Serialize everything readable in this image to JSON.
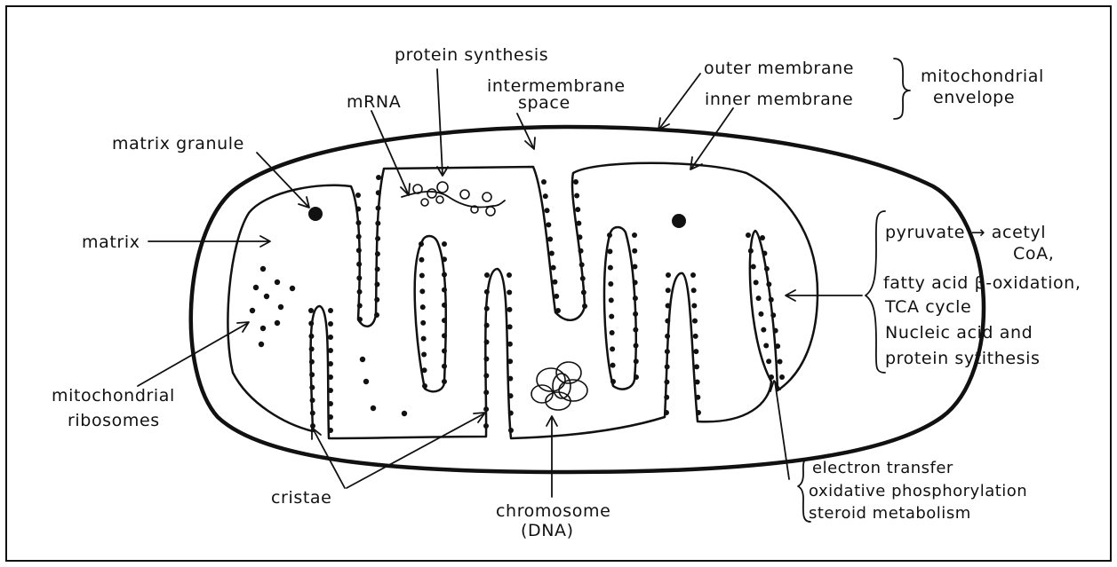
{
  "labels": {
    "protein_synthesis": "protein synthesis",
    "mrna": "mRNA",
    "intermembrane_line1": "intermembrane",
    "intermembrane_line2": "space",
    "outer_membrane": "outer membrane",
    "inner_membrane": "inner membrane",
    "envelope_line1": "mitochondrial",
    "envelope_line2": "envelope",
    "matrix_granule": "matrix granule",
    "matrix": "matrix",
    "ribosomes_line1": "mitochondrial",
    "ribosomes_line2": "ribosomes",
    "cristae": "cristae",
    "chromosome_line1": "chromosome",
    "chromosome_line2": "(DNA)",
    "functions_1a": "pyruvate → acetyl",
    "functions_1b": "CoA,",
    "functions_2": "fatty acid β-oxidation,",
    "functions_3": "TCA cycle",
    "functions_4": "Nucleic acid and",
    "functions_5": "protein sytithesis",
    "transfer_1": "electron transfer",
    "transfer_2": "oxidative phosphorylation",
    "transfer_3": "steroid metabolism"
  }
}
